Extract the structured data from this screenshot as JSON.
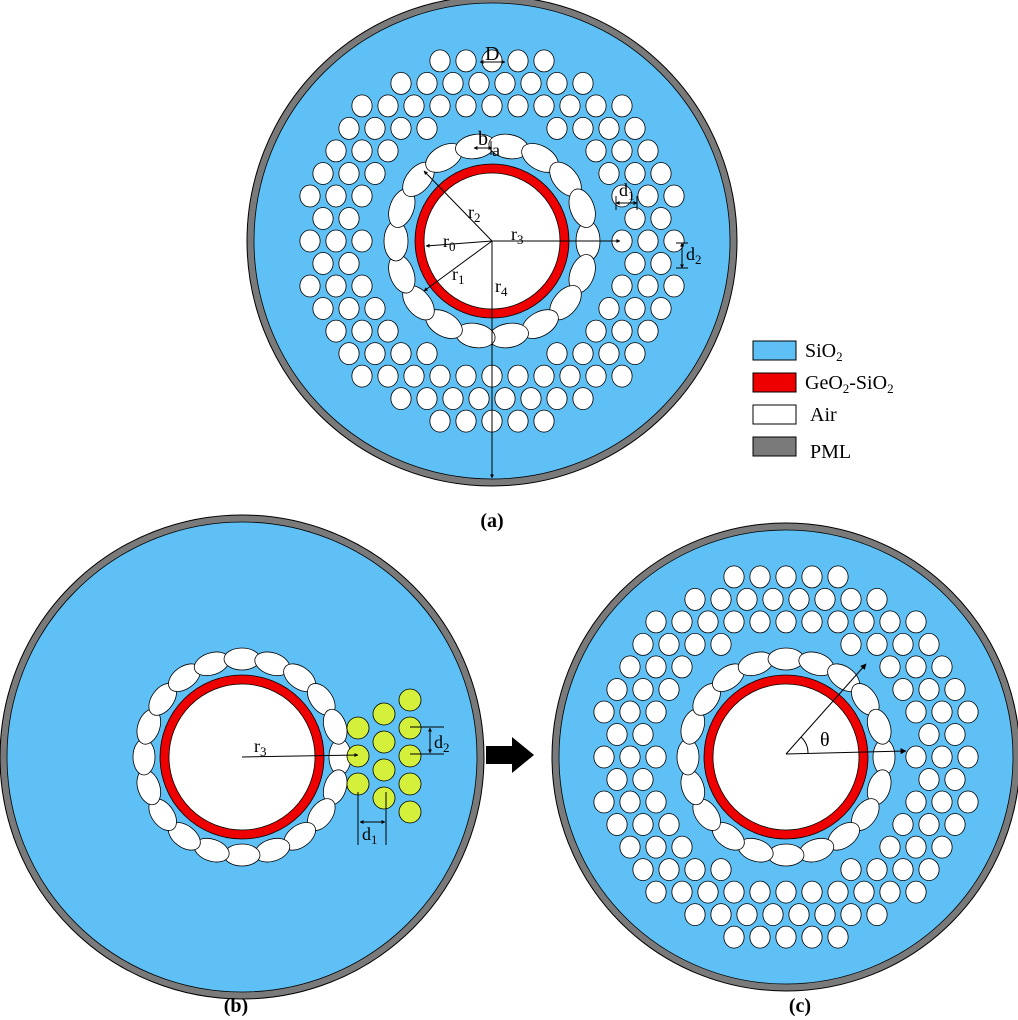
{
  "colors": {
    "sio2": "#5ec0f5",
    "geo2": "#ee0000",
    "air": "#ffffff",
    "pml": "#7a7a7a",
    "doped": "#d4f03a",
    "outline": "#000000"
  },
  "legend": [
    {
      "key": "sio2",
      "main": "SiO",
      "sub": "2",
      "tail": "",
      "sub2": ""
    },
    {
      "key": "geo2",
      "main": "GeO",
      "sub": "2",
      "tail": "-SiO",
      "sub2": "2"
    },
    {
      "key": "air",
      "main": "Air",
      "sub": "",
      "tail": "",
      "sub2": ""
    },
    {
      "key": "pml",
      "main": "PML",
      "sub": "",
      "tail": "",
      "sub2": ""
    }
  ],
  "panel_labels": {
    "a": "(a)",
    "b": "(b)",
    "c": "(c)"
  },
  "labels_a": {
    "D": "D",
    "b": "b",
    "a": "a",
    "r0": {
      "main": "r",
      "sub": "0"
    },
    "r1": {
      "main": "r",
      "sub": "1"
    },
    "r2": {
      "main": "r",
      "sub": "2"
    },
    "r3": {
      "main": "r",
      "sub": "3"
    },
    "r4": {
      "main": "r",
      "sub": "4"
    },
    "d1": {
      "main": "d",
      "sub": "1"
    },
    "d2": {
      "main": "d",
      "sub": "2"
    }
  },
  "labels_b": {
    "r3": {
      "main": "r",
      "sub": "3"
    },
    "d1": {
      "main": "d",
      "sub": "1"
    },
    "d2": {
      "main": "d",
      "sub": "2"
    }
  },
  "labels_c": {
    "theta": "θ"
  }
}
